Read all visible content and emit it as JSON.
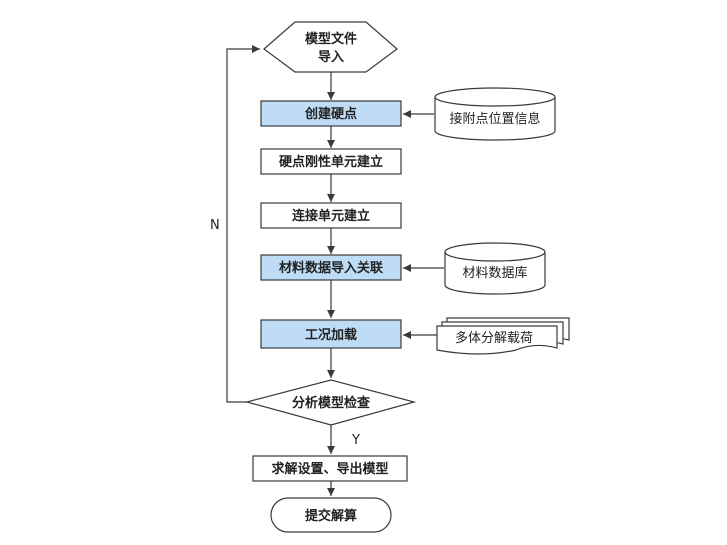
{
  "colors": {
    "highlight_fill": "#bfdcf7",
    "plain_fill": "#ffffff",
    "stroke": "#3a3a3a"
  },
  "nodes": {
    "import": [
      "模型文件",
      "导入"
    ],
    "create_hardpoints": "创建硬点",
    "rigid_elements": "硬点刚性单元建立",
    "connection_elements": "连接单元建立",
    "material_link": "材料数据导入关联",
    "load_case": "工况加载",
    "check": "分析模型检查",
    "solver_setup": "求解设置、导出模型",
    "submit": "提交解算"
  },
  "side_inputs": {
    "attach_points_db": "接附点位置信息",
    "material_db": "材料数据库",
    "multibody_loads": "多体分解载荷"
  },
  "edge_labels": {
    "no": "N",
    "yes": "Y"
  }
}
